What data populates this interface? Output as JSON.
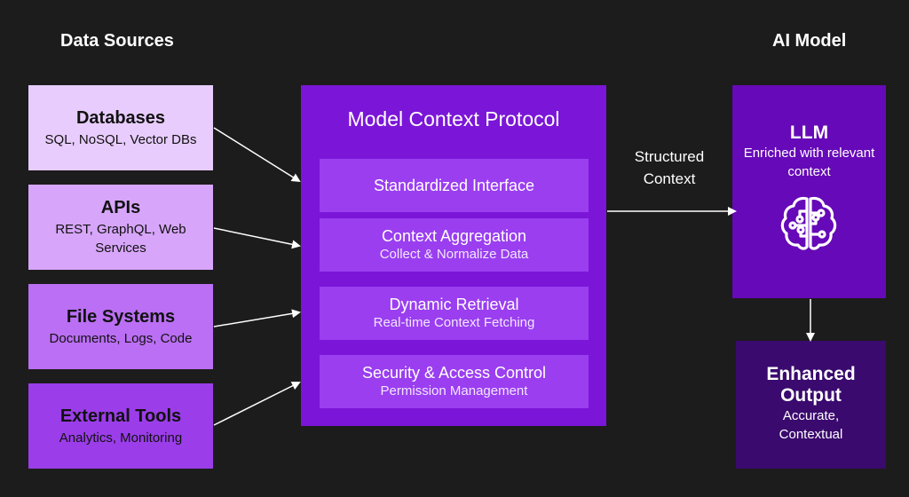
{
  "headings": {
    "sources": "Data Sources",
    "model": "AI Model"
  },
  "sources": [
    {
      "title": "Databases",
      "subtitle": "SQL, NoSQL, Vector DBs"
    },
    {
      "title": "APIs",
      "subtitle": "REST, GraphQL, Web Services"
    },
    {
      "title": "File Systems",
      "subtitle": "Documents, Logs, Code"
    },
    {
      "title": "External Tools",
      "subtitle": "Analytics, Monitoring"
    }
  ],
  "mcp": {
    "title": "Model Context Protocol",
    "features": [
      {
        "title": "Standardized Interface",
        "subtitle": ""
      },
      {
        "title": "Context Aggregation",
        "subtitle": "Collect & Normalize Data"
      },
      {
        "title": "Dynamic Retrieval",
        "subtitle": "Real-time Context Fetching"
      },
      {
        "title": "Security & Access Control",
        "subtitle": "Permission Management"
      }
    ]
  },
  "connector_label": "Structured Context",
  "llm": {
    "title": "LLM",
    "subtitle": "Enriched with relevant context",
    "icon": "brain-icon"
  },
  "output": {
    "title": "Enhanced Output",
    "subtitle": "Accurate, Contextual"
  },
  "colors": {
    "background": "#1c1c1c",
    "mcp": "#7b16d8",
    "feature": "#9a3ef0",
    "llm": "#6609b8",
    "output": "#3a0a6e"
  }
}
